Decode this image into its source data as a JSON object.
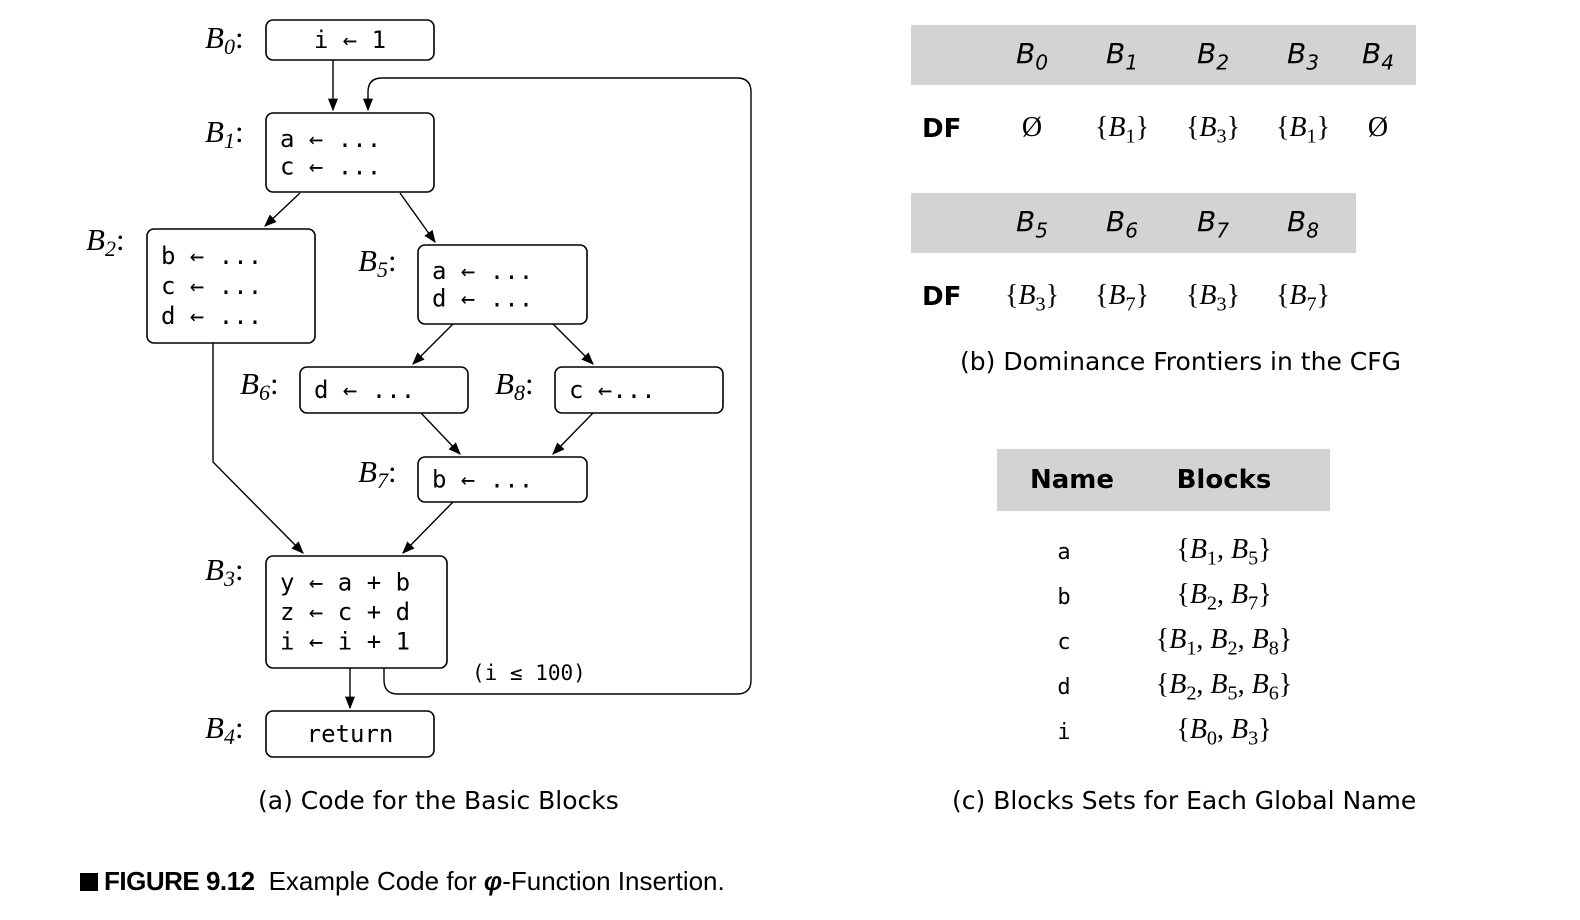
{
  "panel_a": {
    "caption": "(a) Code for the Basic Blocks",
    "blocks": [
      {
        "label": "B0",
        "lines": [
          "i ← 1"
        ]
      },
      {
        "label": "B1",
        "lines": [
          "a ← ...",
          "c ← ..."
        ]
      },
      {
        "label": "B2",
        "lines": [
          "b ← ...",
          "c ← ...",
          "d ← ..."
        ]
      },
      {
        "label": "B5",
        "lines": [
          "a ← ...",
          "d ← ..."
        ]
      },
      {
        "label": "B6",
        "lines": [
          "d ← ..."
        ]
      },
      {
        "label": "B8",
        "lines": [
          "c ←..."
        ]
      },
      {
        "label": "B7",
        "lines": [
          "b ← ..."
        ]
      },
      {
        "label": "B3",
        "lines": [
          "y ← a + b",
          "z ← c + d",
          "i ← i + 1"
        ]
      },
      {
        "label": "B4",
        "lines": [
          "return"
        ]
      }
    ],
    "edges": [
      [
        "B0",
        "B1"
      ],
      [
        "B1",
        "B2"
      ],
      [
        "B1",
        "B5"
      ],
      [
        "B2",
        "B3"
      ],
      [
        "B5",
        "B6"
      ],
      [
        "B5",
        "B8"
      ],
      [
        "B6",
        "B7"
      ],
      [
        "B8",
        "B7"
      ],
      [
        "B7",
        "B3"
      ],
      [
        "B3",
        "B4"
      ],
      [
        "B3",
        "B1"
      ]
    ],
    "loop_condition": "(i ≤ 100)"
  },
  "panel_b": {
    "caption": "(b) Dominance Frontiers in the CFG",
    "row_label": "DF",
    "rows": [
      {
        "blocks": [
          "B0",
          "B1",
          "B2",
          "B3",
          "B4"
        ],
        "df": [
          "Ø",
          "{B1}",
          "{B3}",
          "{B1}",
          "Ø"
        ]
      },
      {
        "blocks": [
          "B5",
          "B6",
          "B7",
          "B8"
        ],
        "df": [
          "{B3}",
          "{B7}",
          "{B3}",
          "{B7}"
        ]
      }
    ]
  },
  "panel_c": {
    "caption": "(c) Blocks Sets for Each Global Name",
    "headers": [
      "Name",
      "Blocks"
    ],
    "rows": [
      {
        "name": "a",
        "blocks": "{B1, B5}"
      },
      {
        "name": "b",
        "blocks": "{B2, B7}"
      },
      {
        "name": "c",
        "blocks": "{B1, B2, B8}"
      },
      {
        "name": "d",
        "blocks": "{B2, B5, B6}"
      },
      {
        "name": "i",
        "blocks": "{B0, B3}"
      }
    ]
  },
  "figure": {
    "number": "FIGURE 9.12",
    "title": "Example Code for φ-Function Insertion."
  }
}
